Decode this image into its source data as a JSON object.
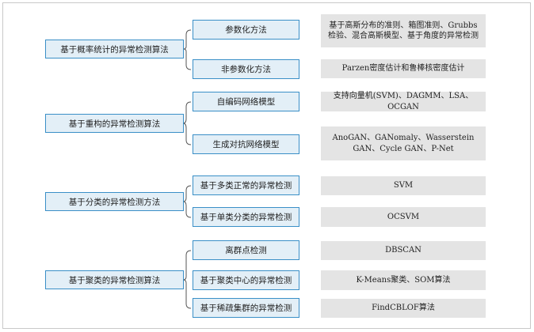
{
  "categories": [
    {
      "label": "基于概率统计的异常检测算法",
      "methods": [
        {
          "label": "参数化方法",
          "detail": "基于高斯分布的准则、箱图准则、Grubbs检验、混合高斯模型、基于角度的异常检测"
        },
        {
          "label": "非参数化方法",
          "detail": "Parzen密度估计和鲁棒核密度估计"
        }
      ]
    },
    {
      "label": "基于重构的异常检测算法",
      "methods": [
        {
          "label": "自编码网络模型",
          "detail": "支持向量机(SVM)、DAGMM、LSA、OCGAN"
        },
        {
          "label": "生成对抗网络模型",
          "detail": "AnoGAN、GANomaly、Wasserstein GAN、Cycle GAN、P-Net"
        }
      ]
    },
    {
      "label": "基于分类的异常检测方法",
      "methods": [
        {
          "label": "基于多类正常的异常检测",
          "detail": "SVM"
        },
        {
          "label": "基于单类分类的异常检测",
          "detail": "OCSVM"
        }
      ]
    },
    {
      "label": "基于聚类的异常检测算法",
      "methods": [
        {
          "label": "离群点检测",
          "detail": "DBSCAN"
        },
        {
          "label": "基于聚类中心的异常检测",
          "detail": "K-Means聚类、SOM算法"
        },
        {
          "label": "基于稀疏集群的异常检测",
          "detail": "FindCBLOF算法"
        }
      ]
    }
  ]
}
